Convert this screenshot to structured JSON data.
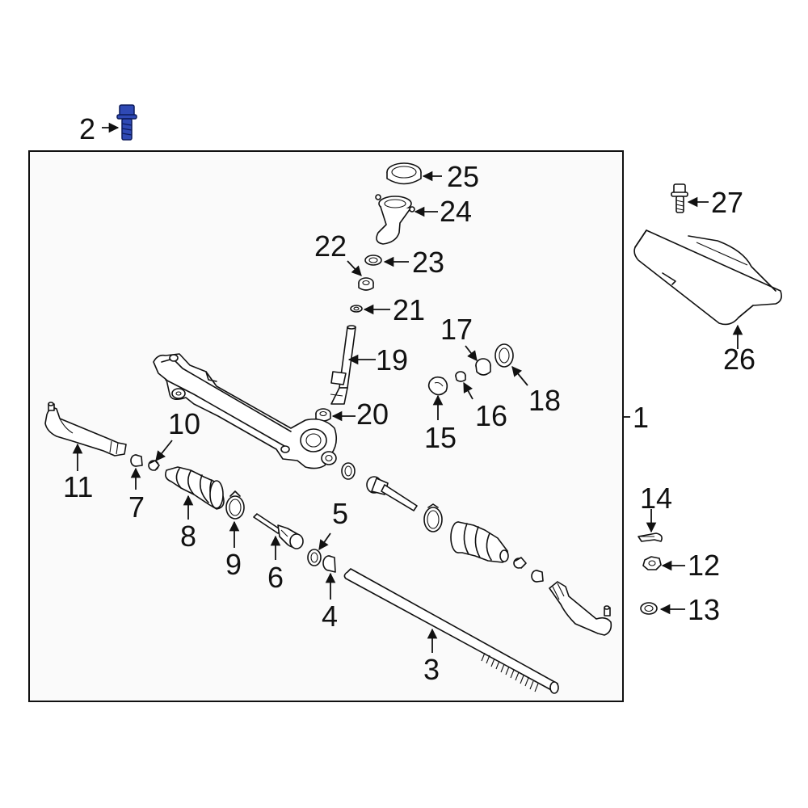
{
  "callouts": {
    "c1": "1",
    "c2": "2",
    "c3": "3",
    "c4": "4",
    "c5": "5",
    "c6": "6",
    "c7": "7",
    "c8": "8",
    "c9": "9",
    "c10": "10",
    "c11": "11",
    "c12": "12",
    "c13": "13",
    "c14": "14",
    "c15": "15",
    "c16": "16",
    "c17": "17",
    "c18": "18",
    "c19": "19",
    "c20": "20",
    "c21": "21",
    "c22": "22",
    "c23": "23",
    "c24": "24",
    "c25": "25",
    "c26": "26",
    "c27": "27"
  },
  "colors": {
    "frame_fill": "#fafafa",
    "outline": "#111111",
    "highlight_fill": "#2f49b4",
    "highlight_stroke": "#0c1a5a"
  }
}
